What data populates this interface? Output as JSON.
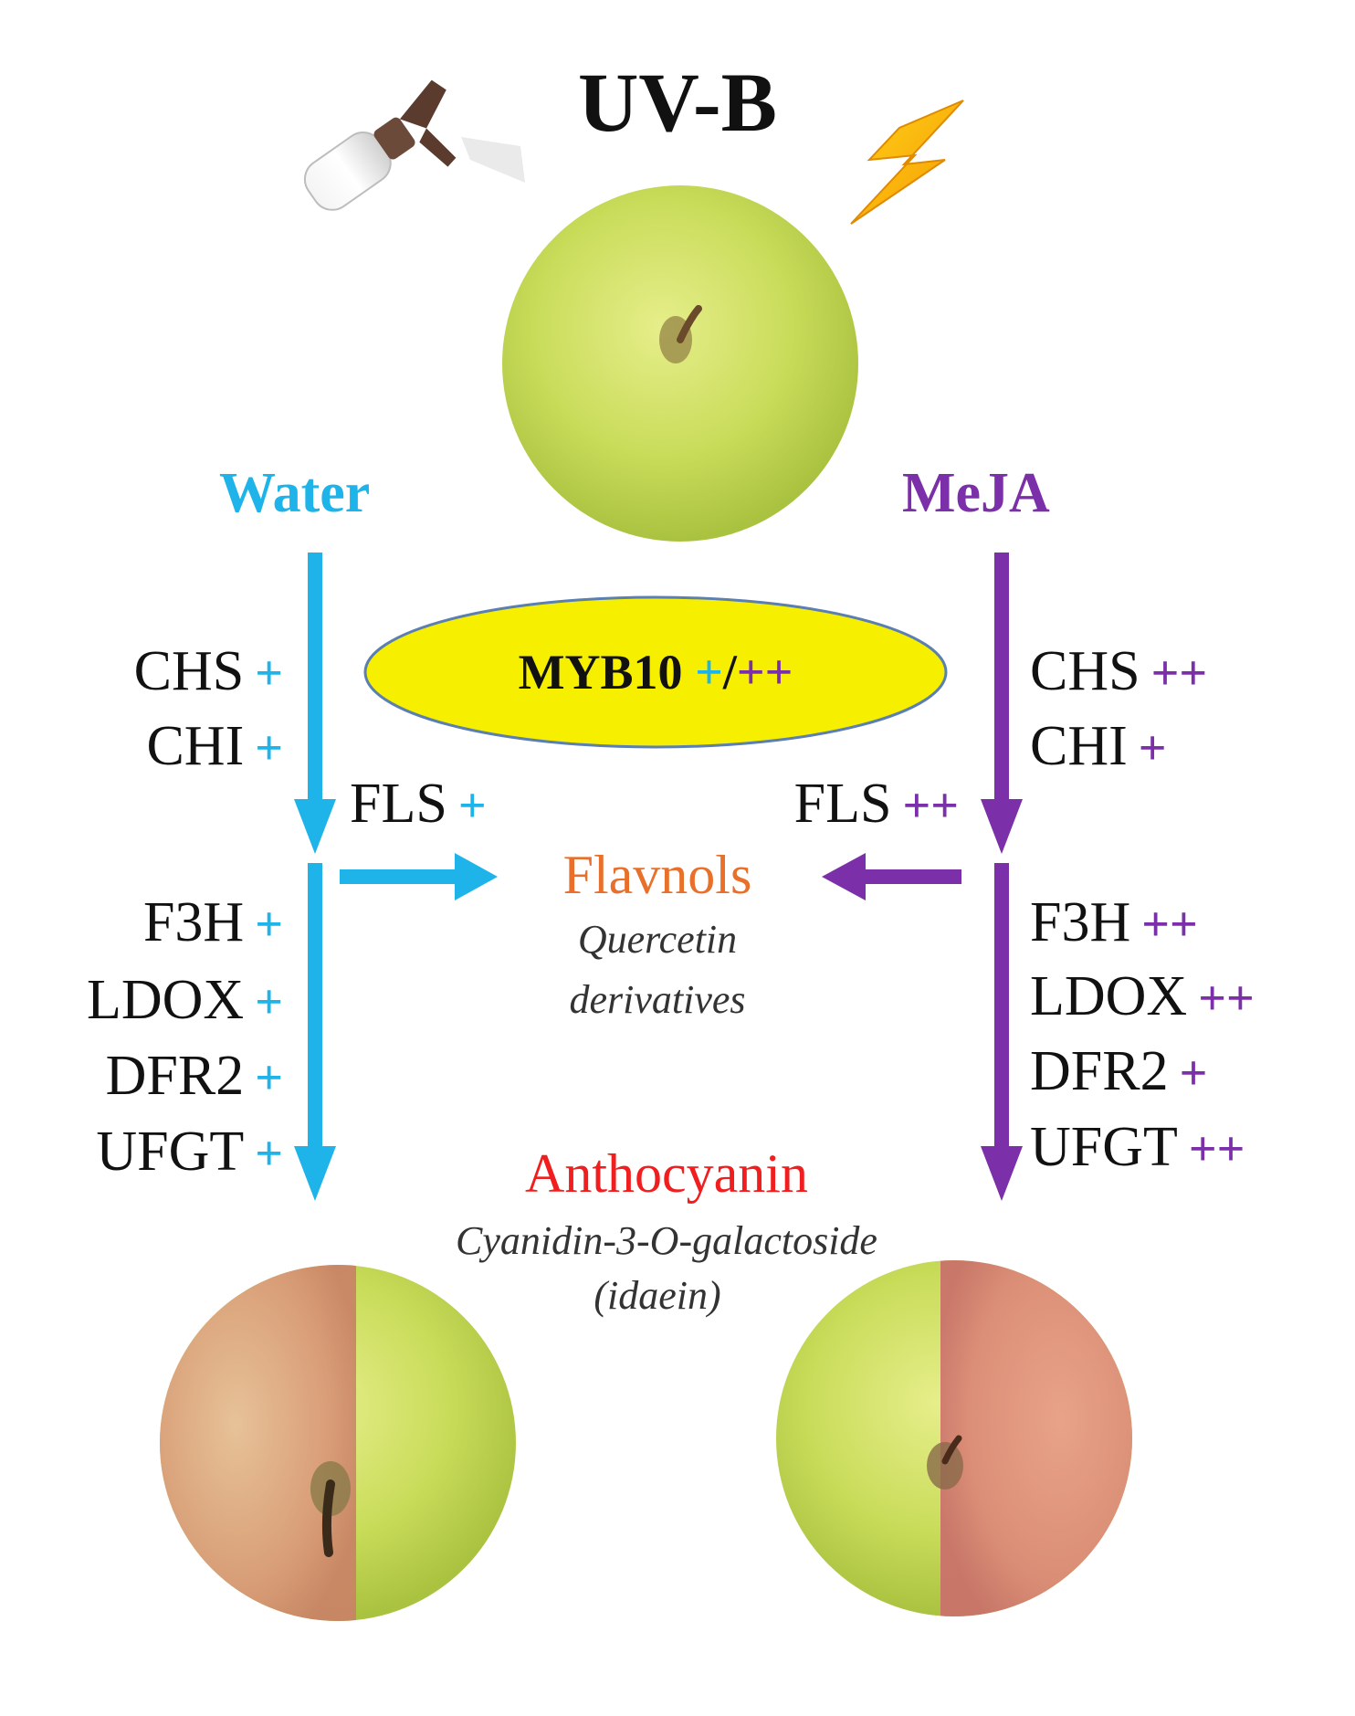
{
  "title": "UV-B",
  "treatments": {
    "left": {
      "label": "Water",
      "color": "#1EB4EA"
    },
    "right": {
      "label": "MeJA",
      "color": "#7B2FA8"
    }
  },
  "regulator": {
    "name": "MYB10",
    "left_sign": "+",
    "separator": "/",
    "right_sign": "++",
    "fill": "#F6F000"
  },
  "left_genes_upper": [
    {
      "name": "CHS",
      "sign": "+"
    },
    {
      "name": "CHI",
      "sign": "+"
    }
  ],
  "left_fls": {
    "name": "FLS",
    "sign": "+"
  },
  "left_genes_lower": [
    {
      "name": "F3H",
      "sign": "+"
    },
    {
      "name": "LDOX",
      "sign": "+"
    },
    {
      "name": "DFR2",
      "sign": "+"
    },
    {
      "name": "UFGT",
      "sign": "+"
    }
  ],
  "right_genes_upper": [
    {
      "name": "CHS",
      "sign": "++"
    },
    {
      "name": "CHI",
      "sign": "+"
    }
  ],
  "right_fls": {
    "name": "FLS",
    "sign": "++"
  },
  "right_genes_lower": [
    {
      "name": "F3H",
      "sign": "++"
    },
    {
      "name": "LDOX",
      "sign": "++"
    },
    {
      "name": "DFR2",
      "sign": "+"
    },
    {
      "name": "UFGT",
      "sign": "++"
    }
  ],
  "flavonols": {
    "label": "Flavnols",
    "sub1": "Quercetin",
    "sub2": "derivatives",
    "color": "#E8702A"
  },
  "anthocyanin": {
    "label": "Anthocyanin",
    "sub1": "Cyanidin-3-O-galactoside",
    "sub2": "(idaein)",
    "color": "#F01E1E"
  },
  "icons": [
    "spray-bottle-icon",
    "lightning-icon",
    "apple-green",
    "apple-water-treated",
    "apple-meja-treated"
  ]
}
